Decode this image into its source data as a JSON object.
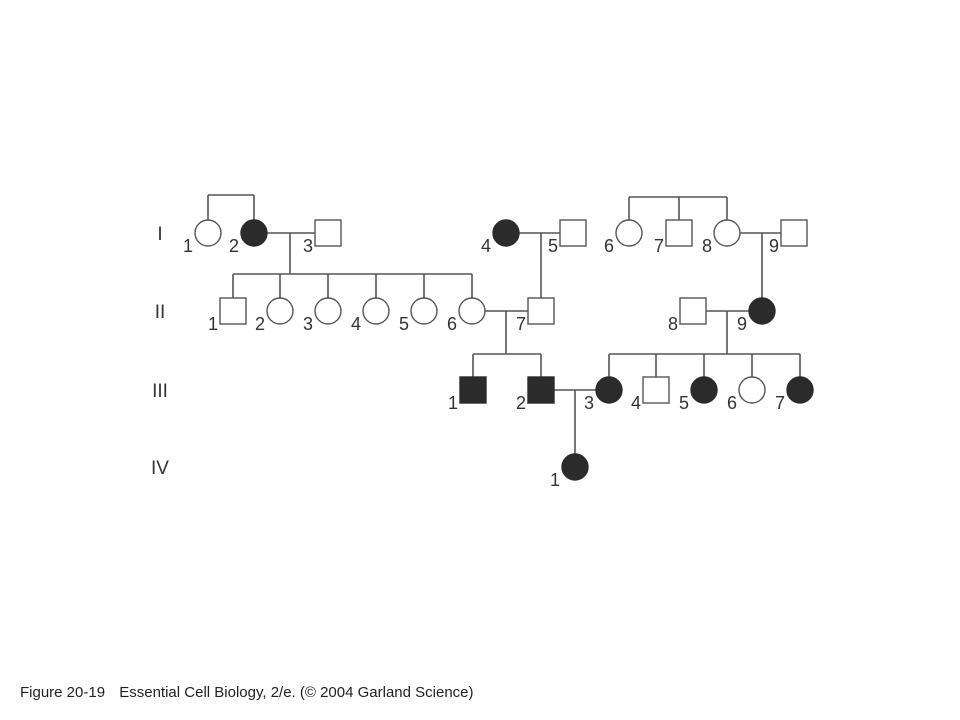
{
  "colors": {
    "affected": "#2b2b2b",
    "unaffected": "#ffffff",
    "stroke": "#555555"
  },
  "generations": [
    {
      "id": "I",
      "label": "I"
    },
    {
      "id": "II",
      "label": "II"
    },
    {
      "id": "III",
      "label": "III"
    },
    {
      "id": "IV",
      "label": "IV"
    }
  ],
  "individuals": [
    {
      "id": "I-1",
      "generation": "I",
      "label": "1",
      "sex": "female",
      "affected": false
    },
    {
      "id": "I-2",
      "generation": "I",
      "label": "2",
      "sex": "female",
      "affected": true
    },
    {
      "id": "I-3",
      "generation": "I",
      "label": "3",
      "sex": "male",
      "affected": false
    },
    {
      "id": "I-4",
      "generation": "I",
      "label": "4",
      "sex": "female",
      "affected": true
    },
    {
      "id": "I-5",
      "generation": "I",
      "label": "5",
      "sex": "male",
      "affected": false
    },
    {
      "id": "I-6",
      "generation": "I",
      "label": "6",
      "sex": "female",
      "affected": false
    },
    {
      "id": "I-7",
      "generation": "I",
      "label": "7",
      "sex": "male",
      "affected": false
    },
    {
      "id": "I-8",
      "generation": "I",
      "label": "8",
      "sex": "female",
      "affected": false
    },
    {
      "id": "I-9",
      "generation": "I",
      "label": "9",
      "sex": "male",
      "affected": false
    },
    {
      "id": "II-1",
      "generation": "II",
      "label": "1",
      "sex": "male",
      "affected": false
    },
    {
      "id": "II-2",
      "generation": "II",
      "label": "2",
      "sex": "female",
      "affected": false
    },
    {
      "id": "II-3",
      "generation": "II",
      "label": "3",
      "sex": "female",
      "affected": false
    },
    {
      "id": "II-4",
      "generation": "II",
      "label": "4",
      "sex": "female",
      "affected": false
    },
    {
      "id": "II-5",
      "generation": "II",
      "label": "5",
      "sex": "female",
      "affected": false
    },
    {
      "id": "II-6",
      "generation": "II",
      "label": "6",
      "sex": "female",
      "affected": false
    },
    {
      "id": "II-7",
      "generation": "II",
      "label": "7",
      "sex": "male",
      "affected": false
    },
    {
      "id": "II-8",
      "generation": "II",
      "label": "8",
      "sex": "male",
      "affected": false
    },
    {
      "id": "II-9",
      "generation": "II",
      "label": "9",
      "sex": "female",
      "affected": true
    },
    {
      "id": "III-1",
      "generation": "III",
      "label": "1",
      "sex": "male",
      "affected": true
    },
    {
      "id": "III-2",
      "generation": "III",
      "label": "2",
      "sex": "male",
      "affected": true
    },
    {
      "id": "III-3",
      "generation": "III",
      "label": "3",
      "sex": "female",
      "affected": true
    },
    {
      "id": "III-4",
      "generation": "III",
      "label": "4",
      "sex": "male",
      "affected": false
    },
    {
      "id": "III-5",
      "generation": "III",
      "label": "5",
      "sex": "female",
      "affected": true
    },
    {
      "id": "III-6",
      "generation": "III",
      "label": "6",
      "sex": "female",
      "affected": false
    },
    {
      "id": "III-7",
      "generation": "III",
      "label": "7",
      "sex": "female",
      "affected": true
    },
    {
      "id": "IV-1",
      "generation": "IV",
      "label": "1",
      "sex": "female",
      "affected": true
    }
  ],
  "caption": {
    "figure": "Figure 20-19",
    "source": "Essential Cell Biology, 2/e. (© 2004 Garland Science)"
  }
}
